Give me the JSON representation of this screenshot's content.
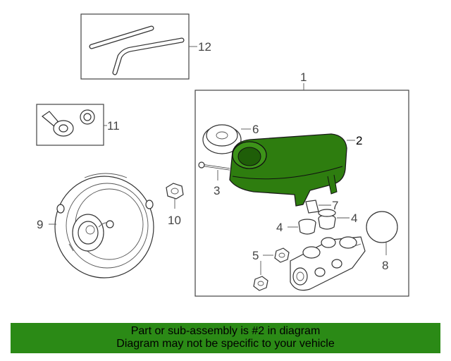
{
  "diagram": {
    "callouts": {
      "c1": "1",
      "c2": "2",
      "c3": "3",
      "c4a": "4",
      "c4b": "4",
      "c5": "5",
      "c6": "6",
      "c7": "7",
      "c8": "8",
      "c9": "9",
      "c10": "10",
      "c11": "11",
      "c12": "12"
    },
    "highlight_color": "#2e7d0f"
  },
  "footer": {
    "line1": "Part or sub-assembly is #2 in diagram",
    "line2": "Diagram may not be specific to your vehicle",
    "background": "#2b8a16"
  }
}
